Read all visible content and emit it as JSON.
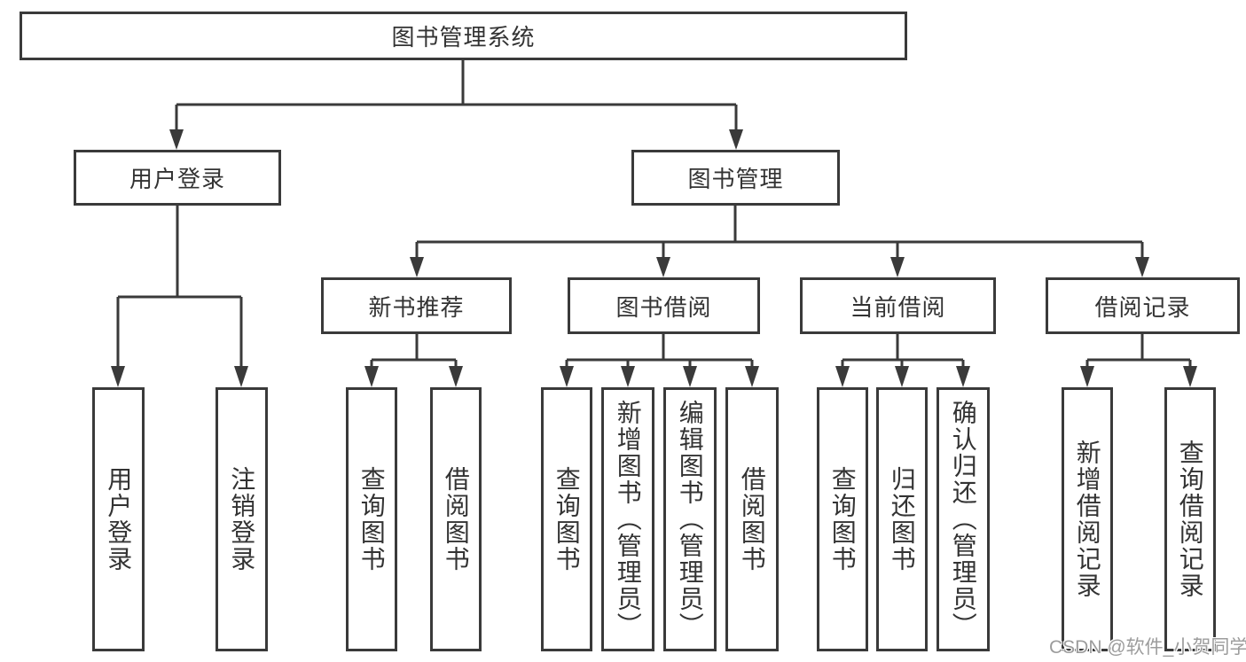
{
  "tree": {
    "root": {
      "label": "图书管理系统"
    },
    "level2": [
      {
        "label": "用户登录",
        "leaves": [
          {
            "label": "用户登录"
          },
          {
            "label": "注销登录"
          }
        ]
      },
      {
        "label": "图书管理",
        "level3": [
          {
            "label": "新书推荐",
            "leaves": [
              {
                "label": "查询图书"
              },
              {
                "label": "借阅图书"
              }
            ]
          },
          {
            "label": "图书借阅",
            "leaves": [
              {
                "label": "查询图书"
              },
              {
                "label": "新增图书（管理员）"
              },
              {
                "label": "编辑图书（管理员）"
              },
              {
                "label": "借阅图书"
              }
            ]
          },
          {
            "label": "当前借阅",
            "leaves": [
              {
                "label": "查询图书"
              },
              {
                "label": "归还图书"
              },
              {
                "label": "确认归还（管理员）"
              }
            ]
          },
          {
            "label": "借阅记录",
            "leaves": [
              {
                "label": "新增借阅记录"
              },
              {
                "label": "查询借阅记录"
              }
            ]
          }
        ]
      }
    ]
  },
  "watermark": {
    "text": "CSDN @软件_小贺同学"
  },
  "colors": {
    "line": "#3a3a3a",
    "text": "#333333",
    "watermark_text": "#9c9c9c",
    "background": "#ffffff"
  }
}
